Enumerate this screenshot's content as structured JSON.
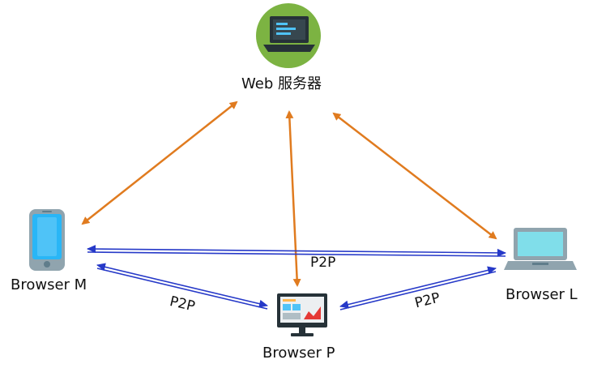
{
  "nodes": {
    "server": {
      "label": "Web 服务器",
      "icon": "laptop-server-icon"
    },
    "browser_m": {
      "label": "Browser M",
      "icon": "smartphone-icon"
    },
    "browser_l": {
      "label": "Browser L",
      "icon": "laptop-icon"
    },
    "browser_p": {
      "label": "Browser P",
      "icon": "desktop-monitor-icon"
    }
  },
  "edges": {
    "server_links_color": "#e07b1f",
    "p2p_links_color": "#2639c8",
    "p2p_label": "P2P"
  }
}
